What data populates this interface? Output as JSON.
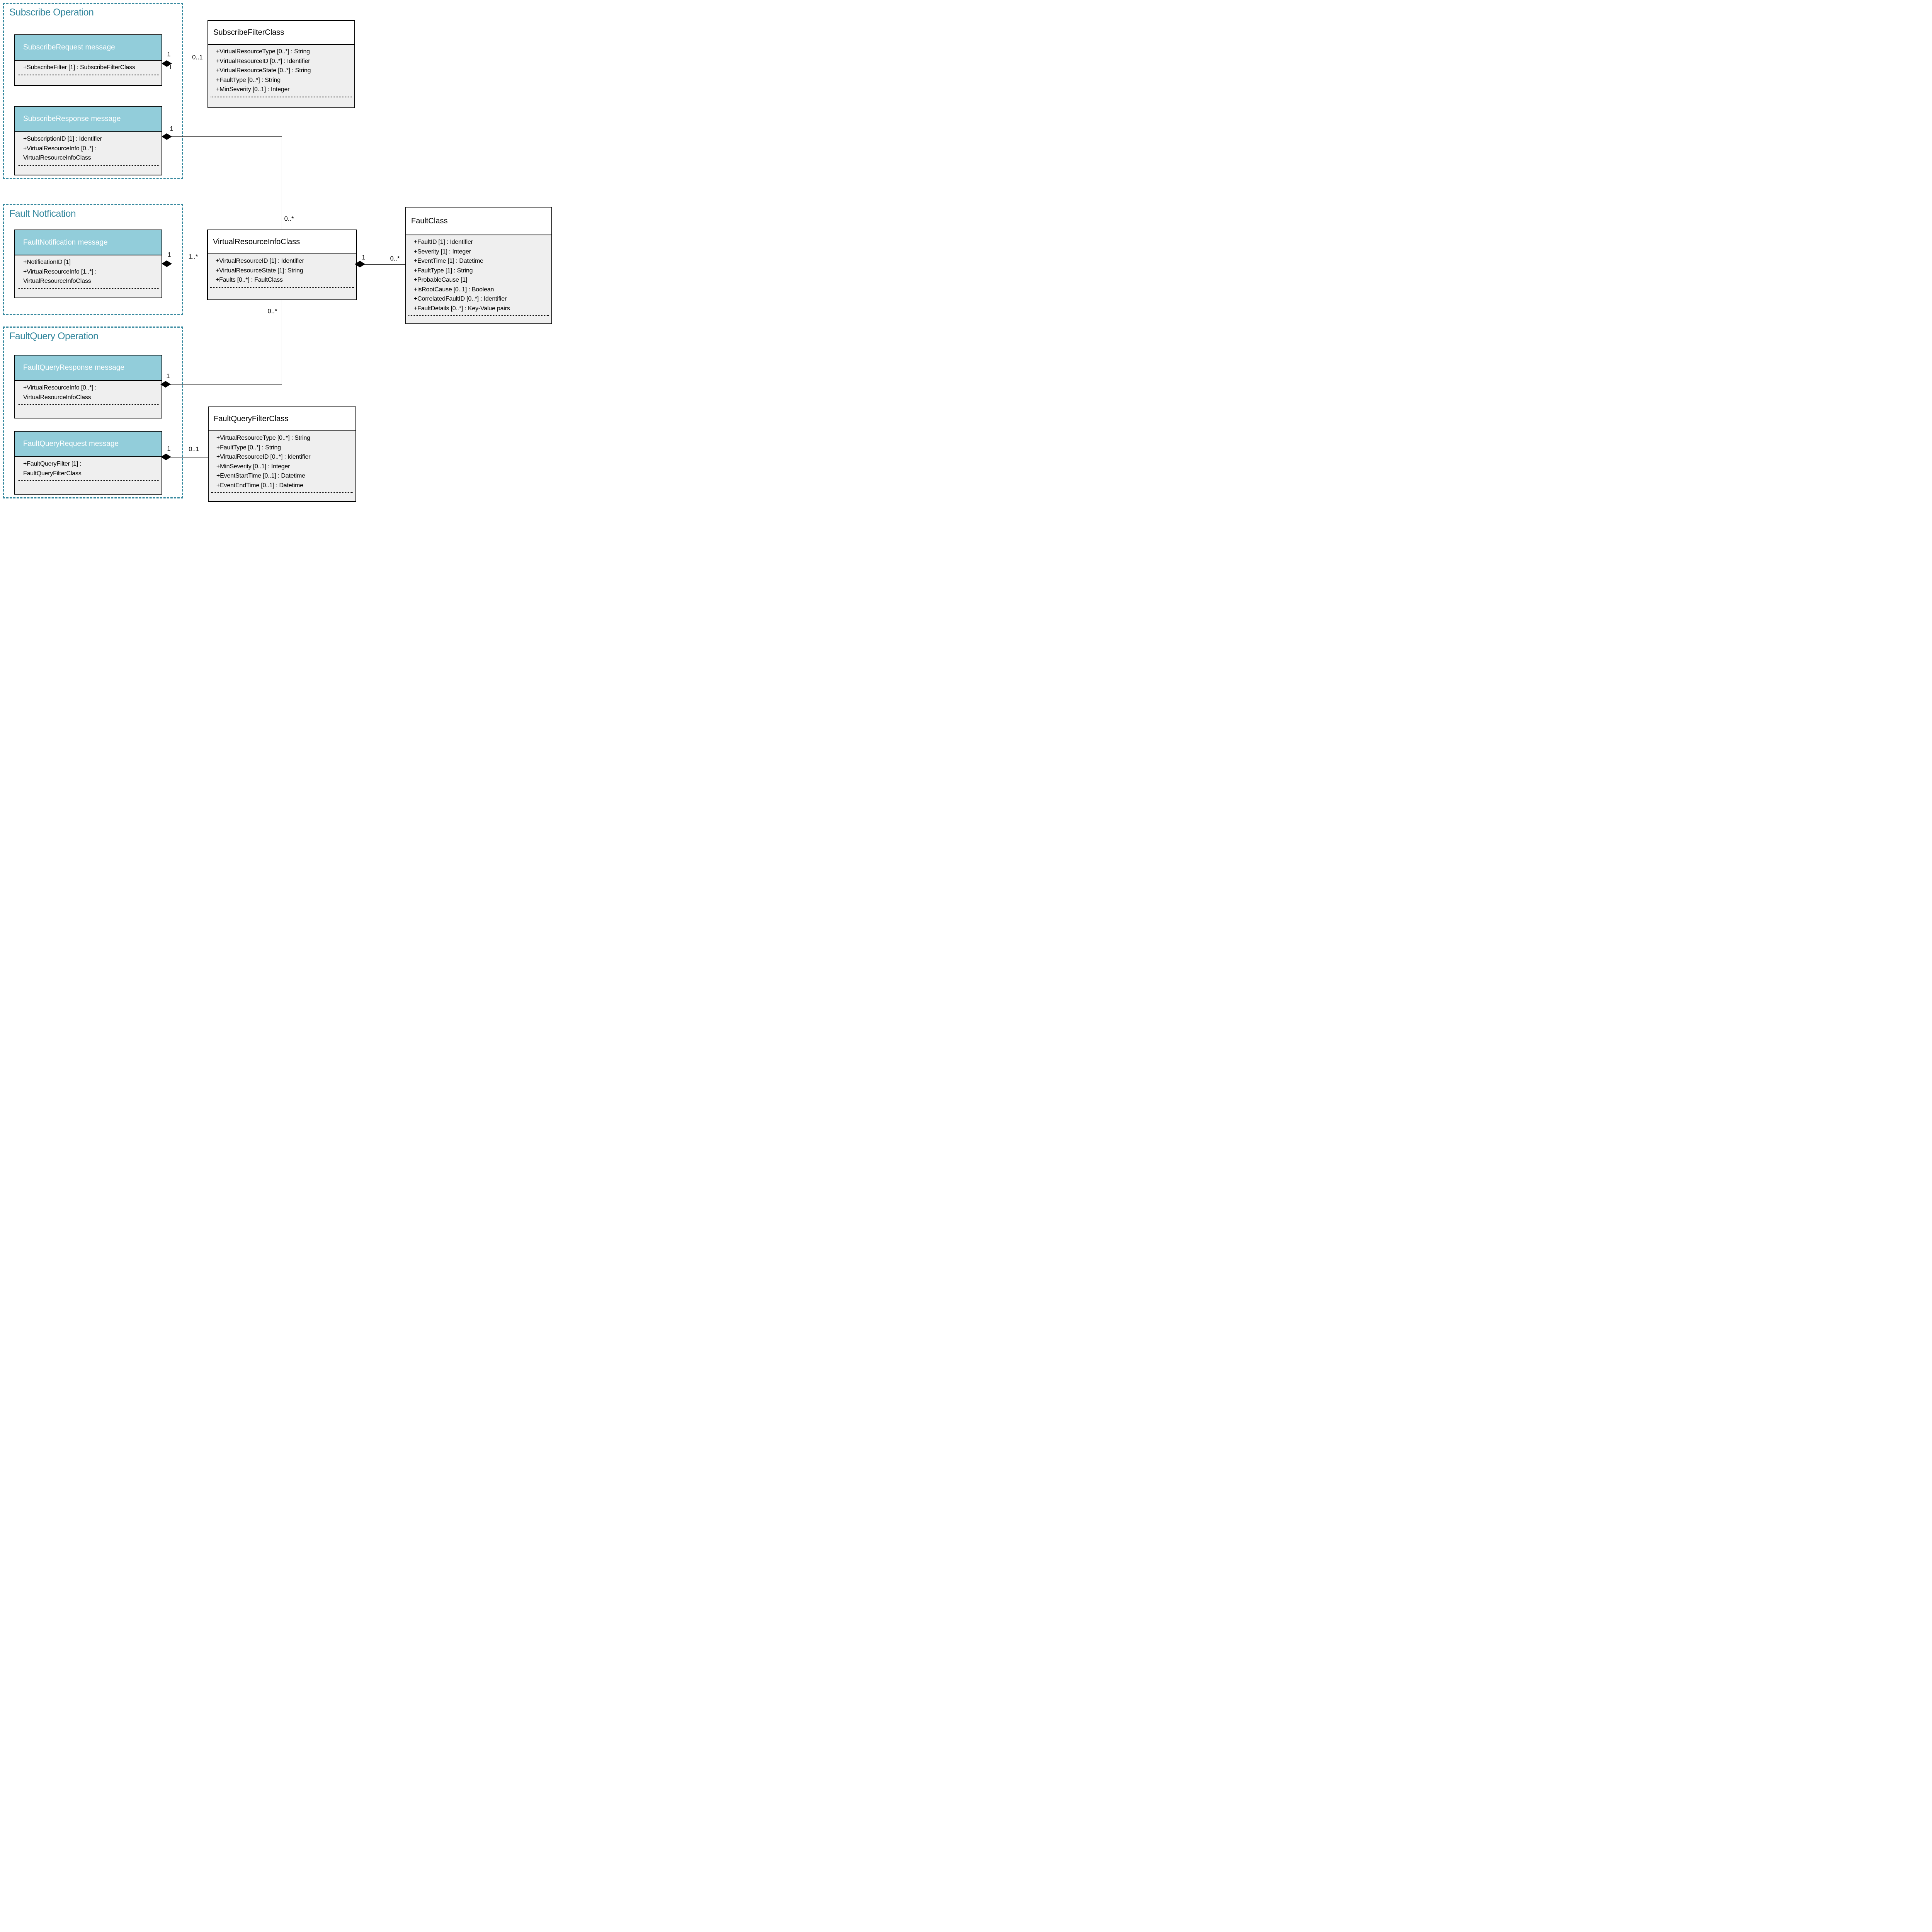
{
  "colors": {
    "teal_fill": "#92cdda",
    "teal_line": "#35889e",
    "attr_background": "#efefef",
    "box_border": "#000000"
  },
  "groups": {
    "subscribe": {
      "title": "Subscribe Operation"
    },
    "fault_notification": {
      "title": "Fault Notfication"
    },
    "fault_query": {
      "title": "FaultQuery Operation"
    }
  },
  "classes": {
    "subscribe_request": {
      "title": "SubscribeRequest message",
      "attributes": [
        "+SubscribeFilter [1] : SubscribeFilterClass"
      ]
    },
    "subscribe_filter": {
      "title": "SubscribeFilterClass",
      "attributes": [
        "+VirtualResourceType [0..*] : String",
        "+VirtualResourceID [0..*] : Identifier",
        "+VirtualResourceState [0..*] : String",
        "+FaultType [0..*] : String",
        "+MinSeverity [0..1] : Integer"
      ]
    },
    "subscribe_response": {
      "title": "SubscribeResponse message",
      "attributes": [
        "+SubscriptionID [1] : Identifier",
        "+VirtualResourceInfo [0..*] :",
        "VirtualResourceInfoClass"
      ]
    },
    "fault_notification_msg": {
      "title": "FaultNotification message",
      "attributes": [
        "+NotificationID [1]",
        "+VirtualResourceInfo [1..*] :",
        "VirtualResourceInfoClass"
      ]
    },
    "virtual_resource_info": {
      "title": "VirtualResourceInfoClass",
      "attributes": [
        "+VirtualResourceID [1] : Identifier",
        "+VirtualResourceState [1]: String",
        "+Faults [0..*] : FaultClass"
      ]
    },
    "fault_class": {
      "title": "FaultClass",
      "attributes": [
        "+FaultID [1] : Identifier",
        "+Severity [1] : Integer",
        "+EventTime [1] : Datetime",
        "+FaultType [1] : String",
        "+ProbableCause [1]",
        "+isRootCause [0..1] : Boolean",
        "+CorrelatedFaultID [0..*] : Identifier",
        "+FaultDetails [0..*] : Key-Value pairs"
      ]
    },
    "fault_query_response": {
      "title": "FaultQueryResponse message",
      "attributes": [
        "+VirtualResourceInfo [0..*] :",
        "VirtualResourceInfoClass"
      ]
    },
    "fault_query_request": {
      "title": "FaultQueryRequest message",
      "attributes": [
        "+FaultQueryFilter [1] :",
        "FaultQueryFilterClass"
      ]
    },
    "fault_query_filter": {
      "title": "FaultQueryFilterClass",
      "attributes": [
        "+VirtualResourceType [0..*] : String",
        "+FaultType [0..*] : String",
        "+VirtualResourceID [0..*] : Identifier",
        "+MinSeverity [0..1] : Integer",
        "+EventStartTime [0..1] : Datetime",
        "+EventEndTime [0..1] : Datetime"
      ]
    }
  },
  "connections": {
    "subscribe_request_to_filter": {
      "source_mult": "1",
      "target_mult": "0..1"
    },
    "subscribe_response_to_vri": {
      "source_mult": "1",
      "target_mult": "0..*"
    },
    "fault_notification_to_vri": {
      "source_mult": "1",
      "target_mult": "1..*"
    },
    "vri_to_fault": {
      "source_mult": "1",
      "target_mult": "0..*"
    },
    "fault_query_response_to_vri": {
      "source_mult": "1",
      "target_mult": "0..*"
    },
    "fault_query_request_to_filter": {
      "source_mult": "1",
      "target_mult": "0..1"
    }
  }
}
